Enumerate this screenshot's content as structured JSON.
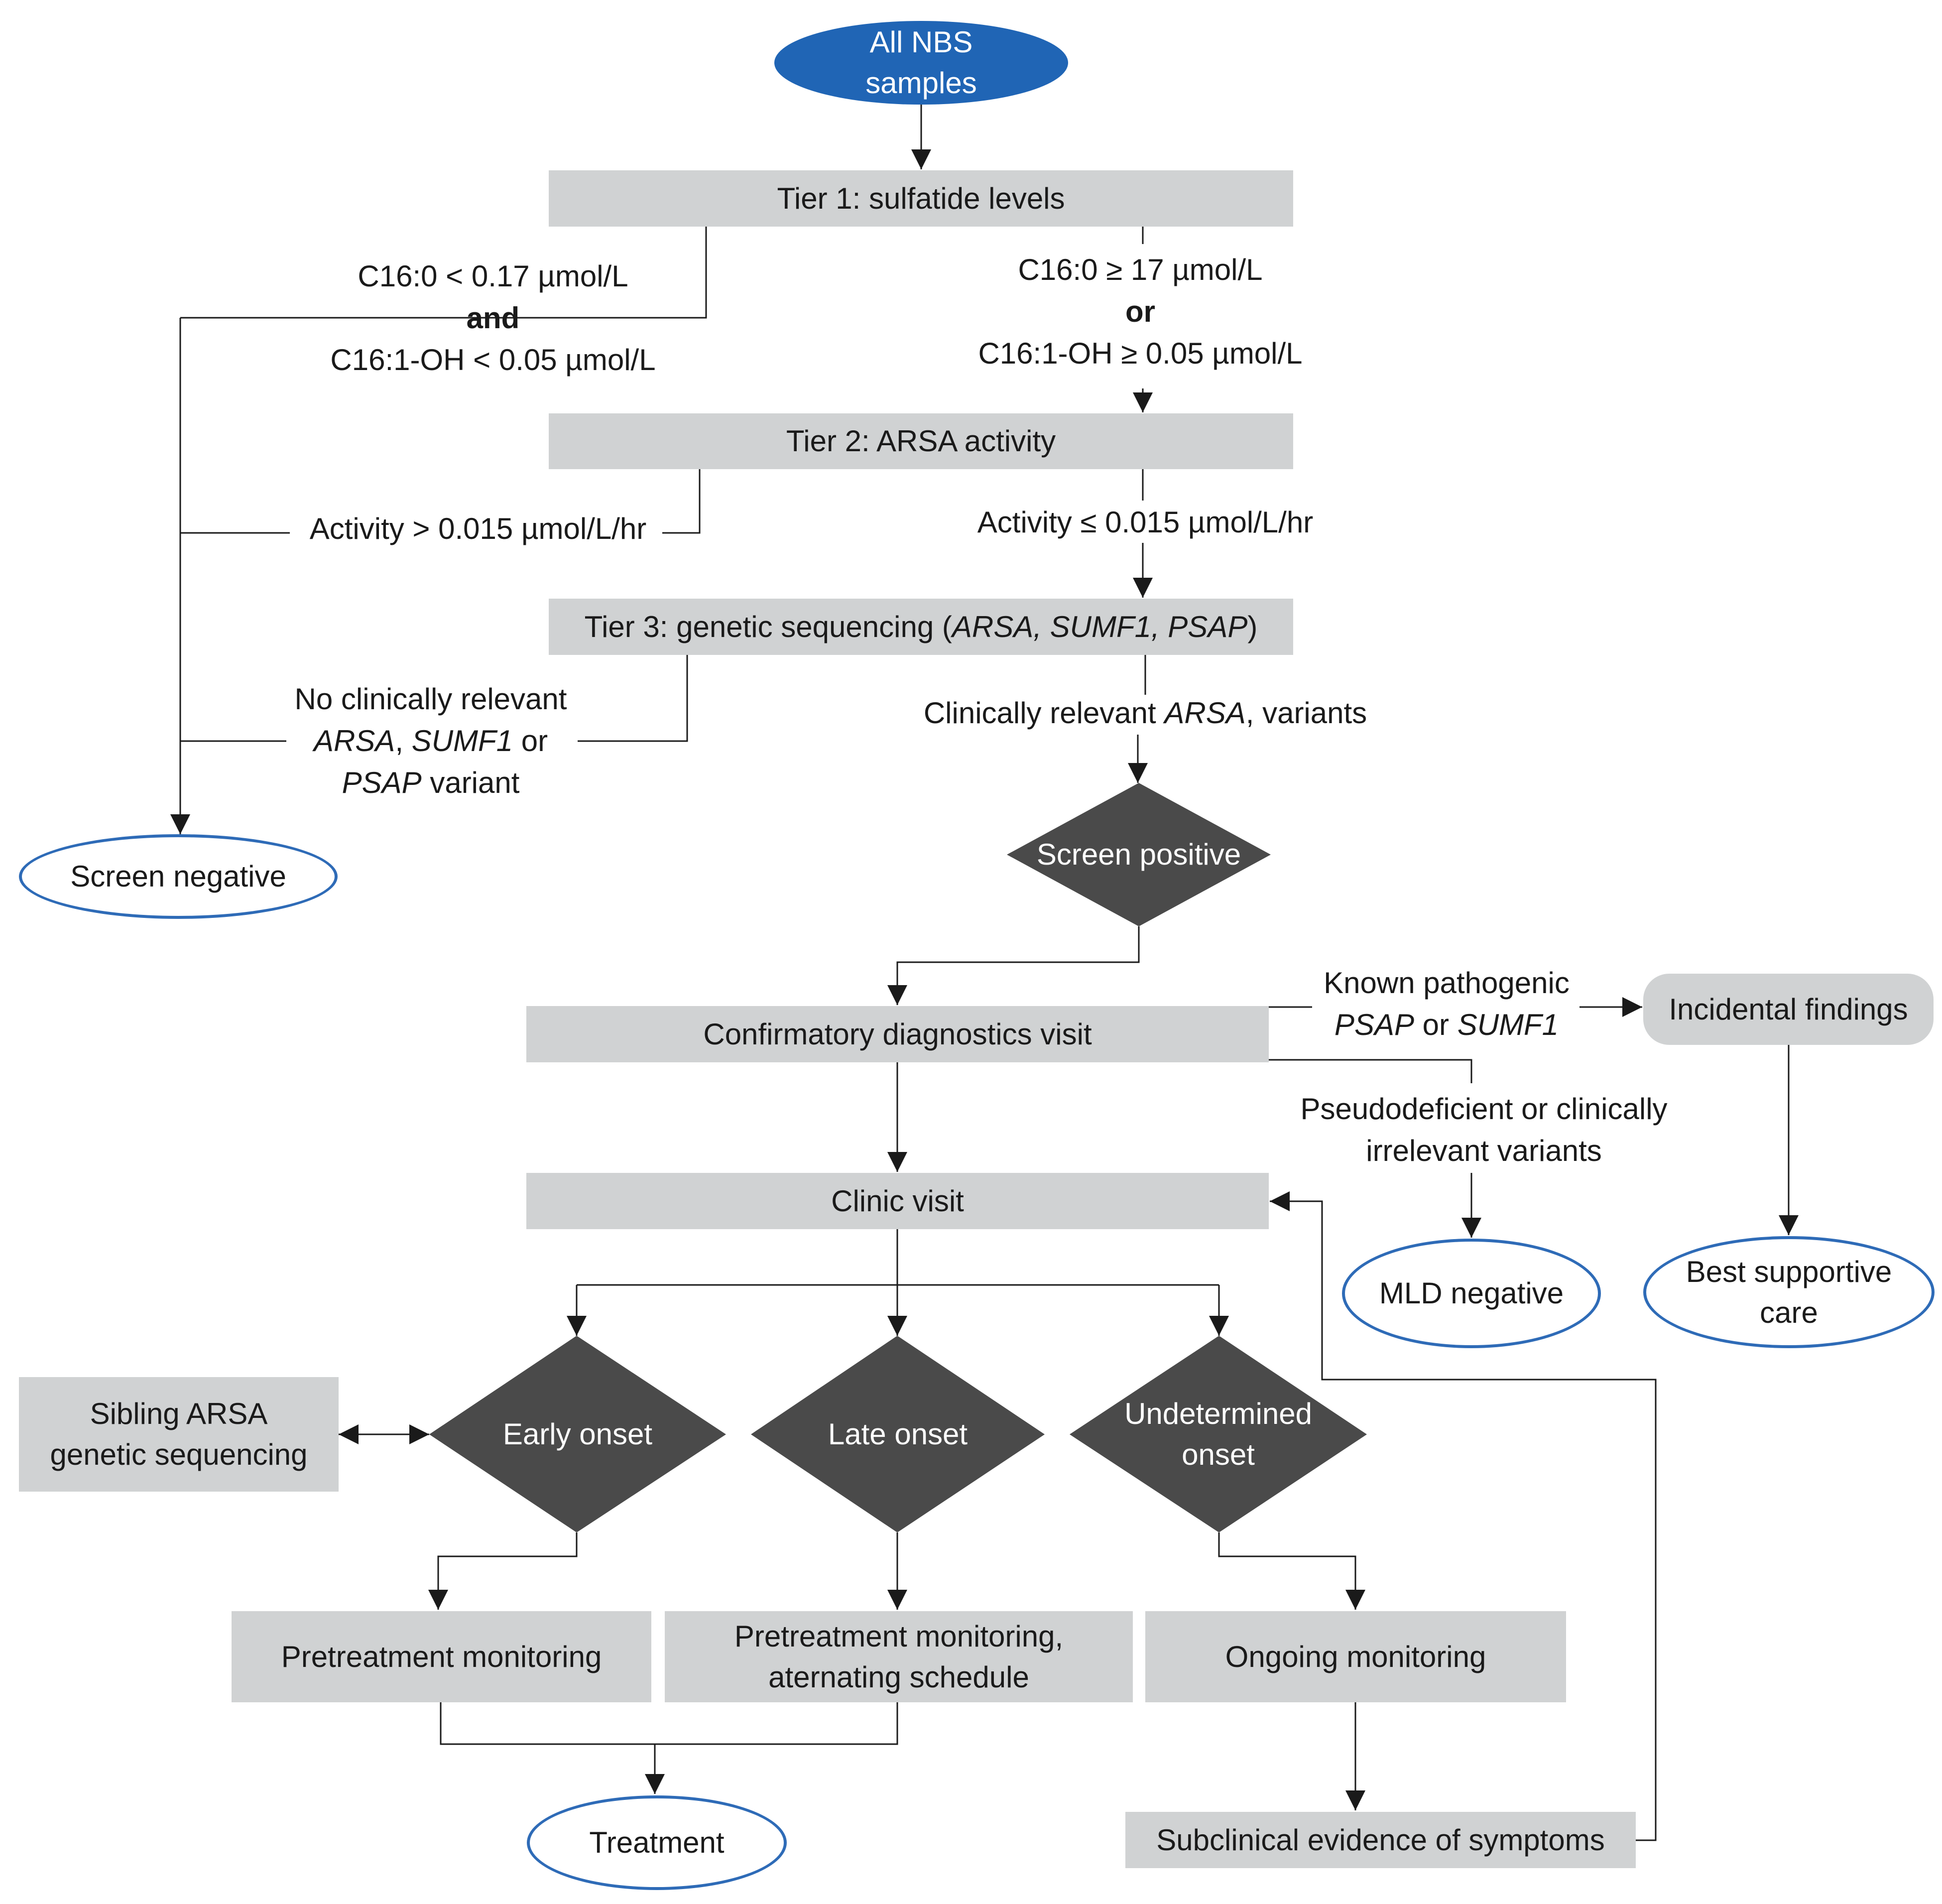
{
  "nodes": {
    "start": "All NBS samples",
    "tier1": "Tier 1: sulfatide levels",
    "tier2": "Tier 2: ARSA activity",
    "tier3_prefix": "Tier 3: genetic sequencing (",
    "tier3_genes": "ARSA, SUMF1, PSAP",
    "tier3_suffix": ")",
    "screen_negative": "Screen negative",
    "screen_positive": "Screen positive",
    "confirmatory": "Confirmatory diagnostics visit",
    "incidental": "Incidental findings",
    "clinic_visit": "Clinic visit",
    "mld_negative": "MLD negative",
    "best_supportive_line1": "Best supportive",
    "best_supportive_line2": "care",
    "sibling_line1": "Sibling ARSA",
    "sibling_line2": "genetic sequencing",
    "early_onset": "Early onset",
    "late_onset": "Late onset",
    "undetermined_line1": "Undetermined",
    "undetermined_line2": "onset",
    "pretreatment": "Pretreatment monitoring",
    "pretreatment_alt_line1": "Pretreatment monitoring,",
    "pretreatment_alt_line2": "aternating schedule",
    "ongoing": "Ongoing monitoring",
    "subclinical": "Subclinical evidence of symptoms",
    "treatment": "Treatment"
  },
  "edge_labels": {
    "t1_neg_line1": "C16:0 < 0.17 µmol/L",
    "t1_neg_line2": "and",
    "t1_neg_line3": "C16:1-OH < 0.05 µmol/L",
    "t1_pos_line1": "C16:0 ≥ 17 µmol/L",
    "t1_pos_line2": "or",
    "t1_pos_line3": "C16:1-OH ≥ 0.05 µmol/L",
    "t2_neg": "Activity > 0.015 µmol/L/hr",
    "t2_pos": "Activity ≤ 0.015 µmol/L/hr",
    "t3_neg_line1": "No clinically relevant",
    "t3_neg_gene1": "ARSA",
    "t3_neg_sep": ", ",
    "t3_neg_gene2": "SUMF1",
    "t3_neg_or": " or",
    "t3_neg_gene3": "PSAP",
    "t3_neg_variant": " variant",
    "t3_pos_prefix": "Clinically relevant ",
    "t3_pos_gene": "ARSA",
    "t3_pos_suffix": ", variants",
    "incidental_line1": "Known pathogenic",
    "incidental_gene1": "PSAP",
    "incidental_or": " or ",
    "incidental_gene2": "SUMF1",
    "mld_neg_line1": "Pseudodeficient or clinically",
    "mld_neg_line2": "irrelevant variants"
  },
  "colors": {
    "box_fill": "#d0d2d3",
    "diamond_fill": "#4a4a4a",
    "oval_border": "#2e6bb7",
    "start_fill": "#2065b5",
    "line": "#1a1a1a"
  }
}
